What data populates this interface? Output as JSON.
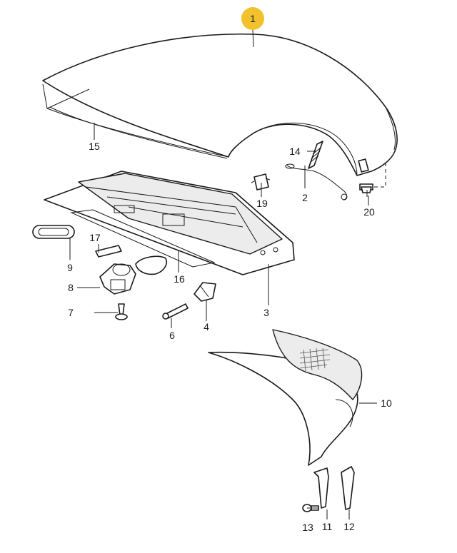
{
  "diagram": {
    "highlight_color": "#f2c12e",
    "callouts": [
      {
        "id": "c1",
        "text": "1",
        "highlighted": true
      },
      {
        "id": "c2",
        "text": "2"
      },
      {
        "id": "c3",
        "text": "3"
      },
      {
        "id": "c4",
        "text": "4"
      },
      {
        "id": "c6",
        "text": "6"
      },
      {
        "id": "c7",
        "text": "7"
      },
      {
        "id": "c8",
        "text": "8"
      },
      {
        "id": "c9",
        "text": "9"
      },
      {
        "id": "c10",
        "text": "10"
      },
      {
        "id": "c11",
        "text": "11"
      },
      {
        "id": "c12",
        "text": "12"
      },
      {
        "id": "c13",
        "text": "13"
      },
      {
        "id": "c14",
        "text": "14"
      },
      {
        "id": "c15",
        "text": "15"
      },
      {
        "id": "c16",
        "text": "16"
      },
      {
        "id": "c17",
        "text": "17"
      },
      {
        "id": "c19",
        "text": "19"
      },
      {
        "id": "c20",
        "text": "20"
      }
    ]
  }
}
